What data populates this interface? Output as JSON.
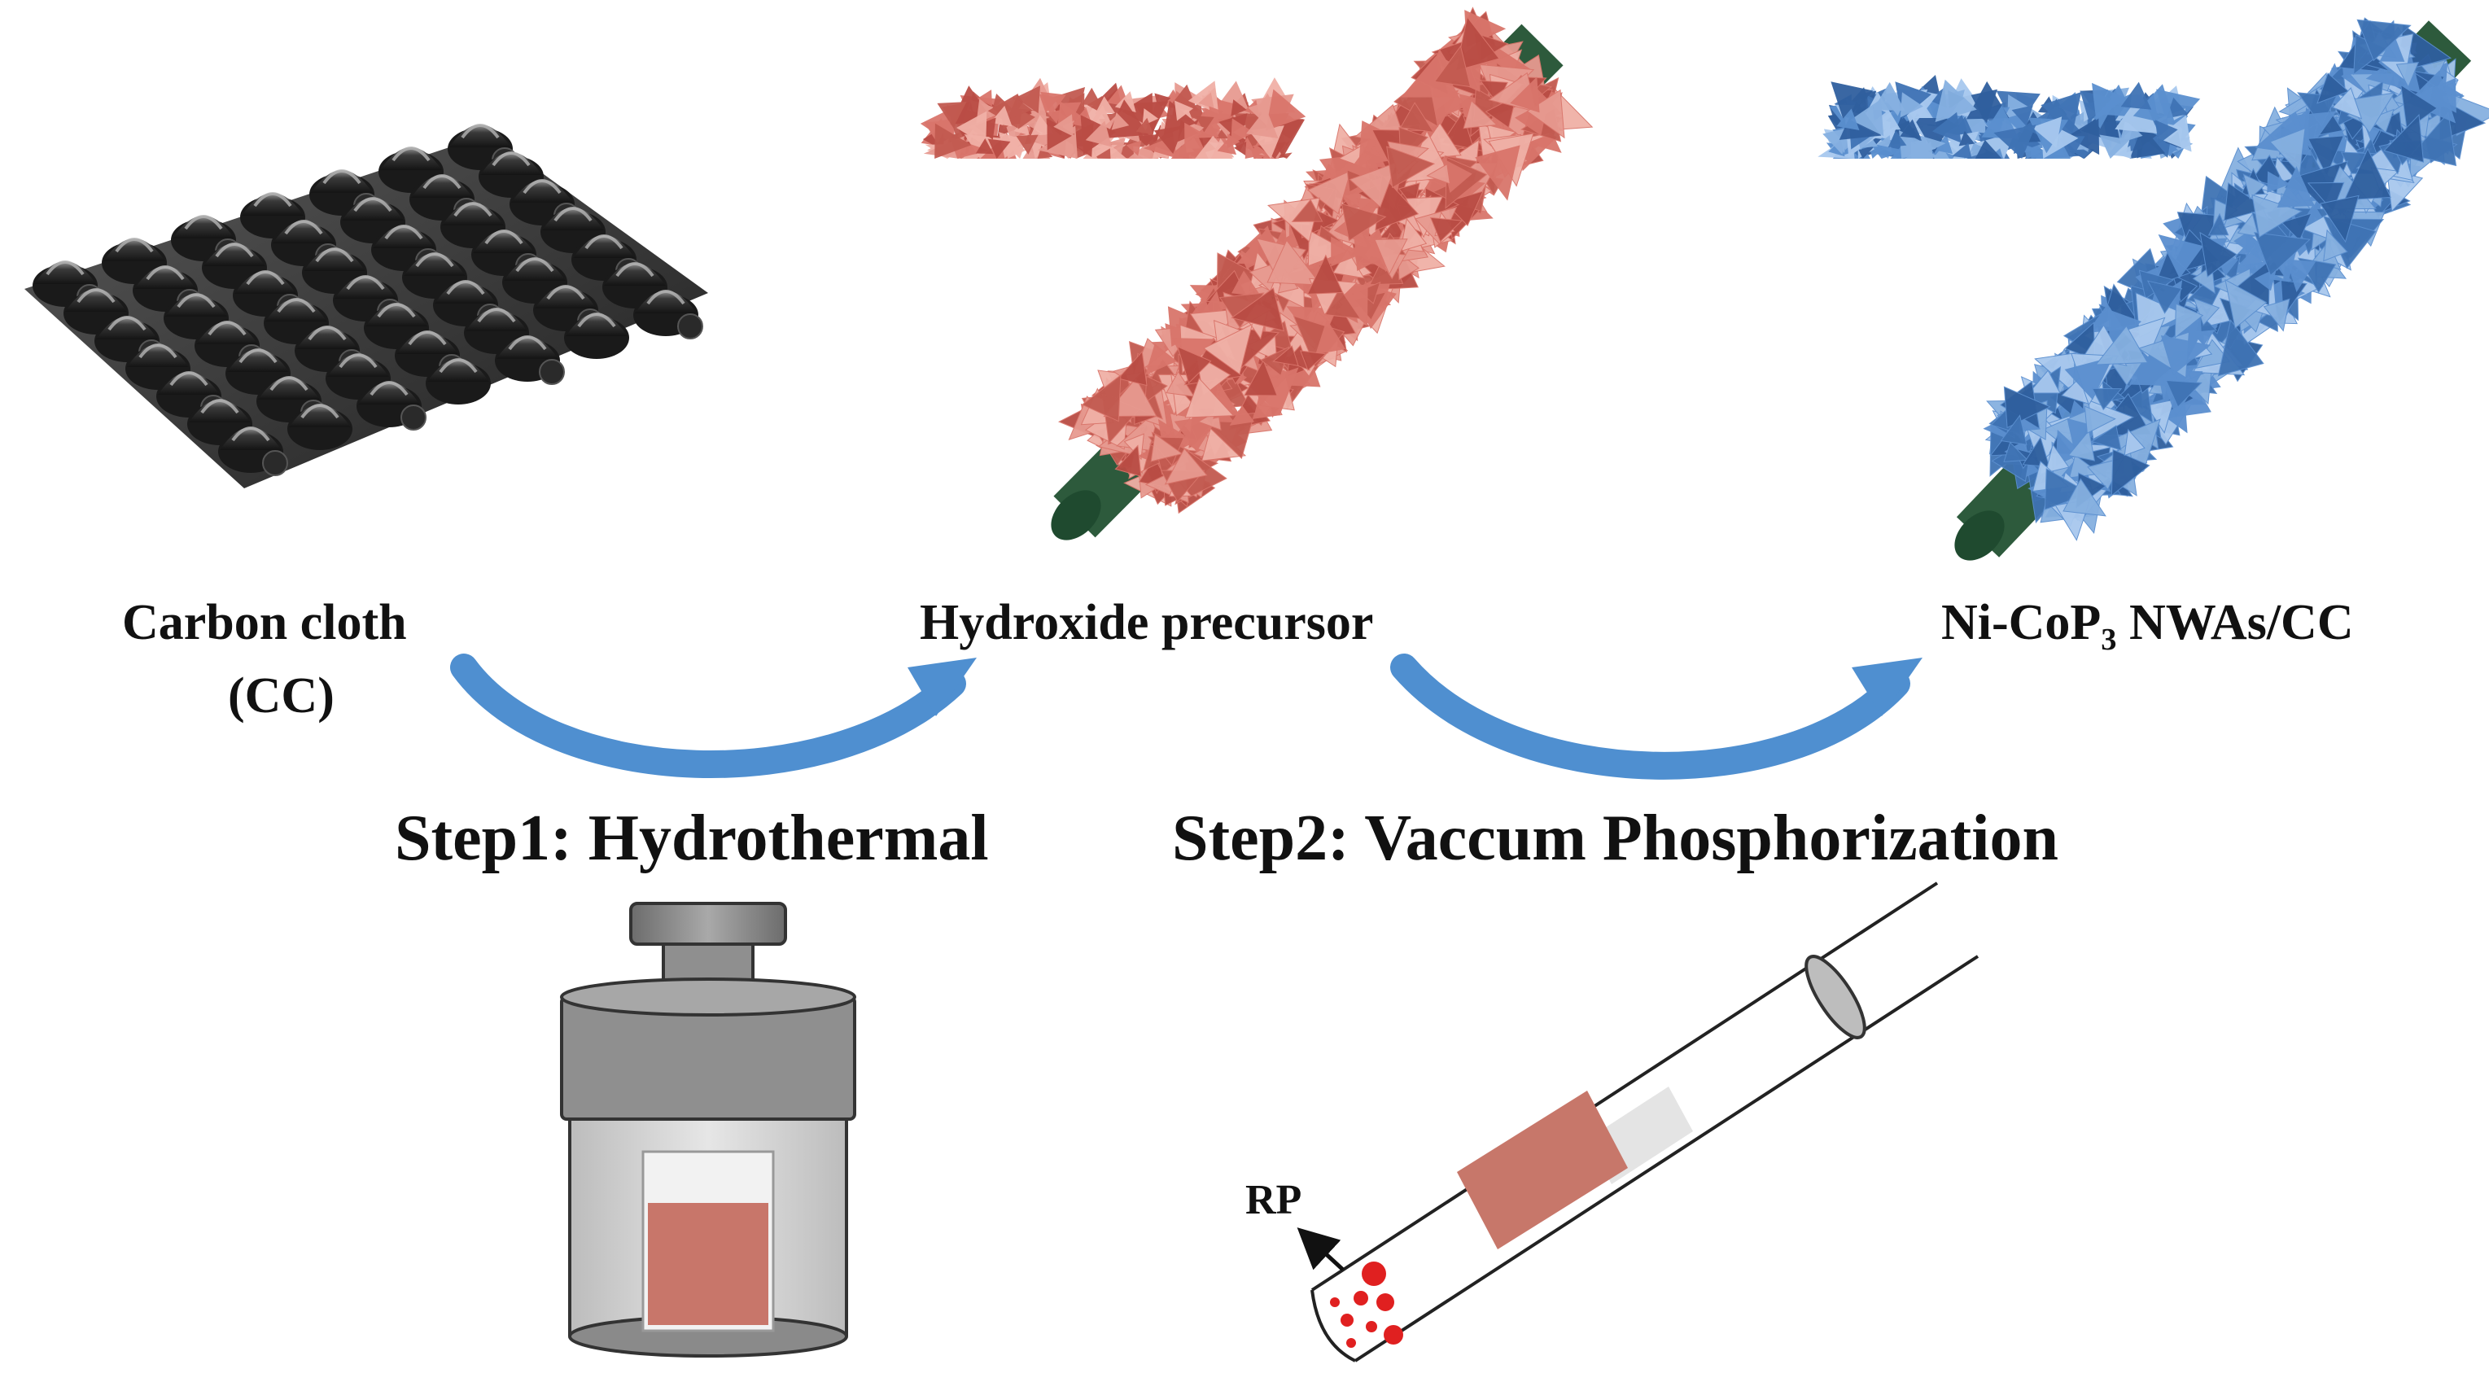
{
  "labels": {
    "carbon_cloth_line1": "Carbon cloth",
    "carbon_cloth_line2": "(CC)",
    "hydroxide": "Hydroxide precursor",
    "product_prefix": "Ni-CoP",
    "product_subscript": "3",
    "product_suffix": " NWAs/CC",
    "step1": "Step1: Hydrothermal",
    "step2": "Step2: Vaccum Phosphorization",
    "rp": "RP"
  },
  "colors": {
    "carbon": "#2e2e2e",
    "carbon_highlight": "#8a8a8a",
    "hydroxide_sheets": "#d9756b",
    "phosphide_sheets": "#5b8fcf",
    "core_rod": "#2d5a3c",
    "arrow": "#4f8fd0",
    "autoclave_body": "#8f8f8f",
    "solution": "#c8766a",
    "red_phosphorus": "#e02020",
    "tube_sample": "#c7776a"
  },
  "icons": {
    "carbon_cloth": "woven-carbon-cloth-icon",
    "hydroxide_rod": "nanosheet-coated-rod-icon",
    "product_rod": "phosphide-coated-rod-icon",
    "autoclave": "hydrothermal-autoclave-icon",
    "tube": "vacuum-quartz-tube-icon"
  }
}
